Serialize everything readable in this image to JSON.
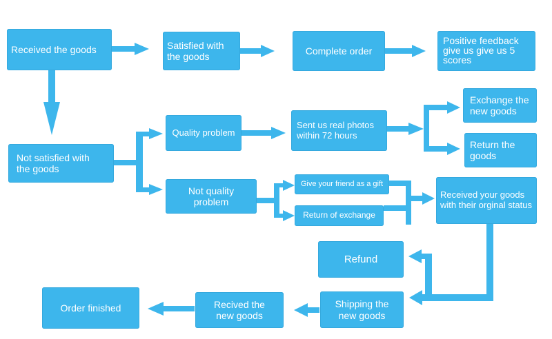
{
  "nodes": {
    "received_goods": "Received the goods",
    "satisfied": "Satisfied with the goods",
    "complete_order": "Complete order",
    "positive_feedback": "Positive feedback give us give us 5 scores",
    "not_satisfied": "Not satisfied with the goods",
    "quality_problem": "Quality problem",
    "not_quality_problem": "Not quality problem",
    "sent_photos": "Sent us real photos within 72 hours",
    "exchange_new": "Exchange the new goods",
    "return_goods": "Return the goods",
    "give_friend": "Give your friend as a gift",
    "return_exchange": "Return of exchange",
    "received_original": "Received your goods with their orginal status",
    "refund": "Refund",
    "shipping_new": "Shipping the new goods",
    "recived_new": "Recived the new goods",
    "order_finished": "Order finished"
  },
  "colors": {
    "box": "#3db6ec",
    "arrow": "#3db6ec",
    "text": "#ffffff"
  }
}
